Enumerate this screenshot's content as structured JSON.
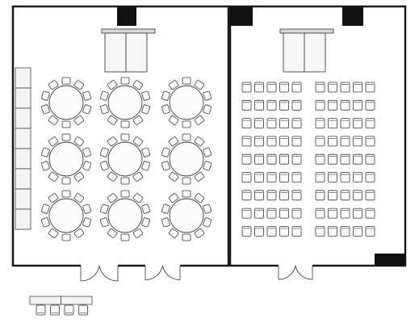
{
  "diagram": {
    "kind": "banquet-floor-plan",
    "rooms": [
      {
        "id": "left-room",
        "setup": "banquet-rounds",
        "round_tables": {
          "rows": 3,
          "cols": 3,
          "chairs_per_table": 10
        },
        "buffet_segments": 8,
        "has_stage": true
      },
      {
        "id": "right-room",
        "setup": "classroom-theater",
        "chair_blocks": [
          {
            "rows": 9,
            "cols": 5
          },
          {
            "rows": 9,
            "cols": 5
          }
        ],
        "has_stage": true
      }
    ],
    "doors": {
      "left-room": 2,
      "right-room": 1
    },
    "legend": {
      "table_segments": 2,
      "chairs": 4
    },
    "colors": {
      "wall": "#1a1a1a",
      "pillar": "#111111",
      "furniture_stroke": "#3a3a3a",
      "stage_top": "#d9d9d9"
    }
  }
}
